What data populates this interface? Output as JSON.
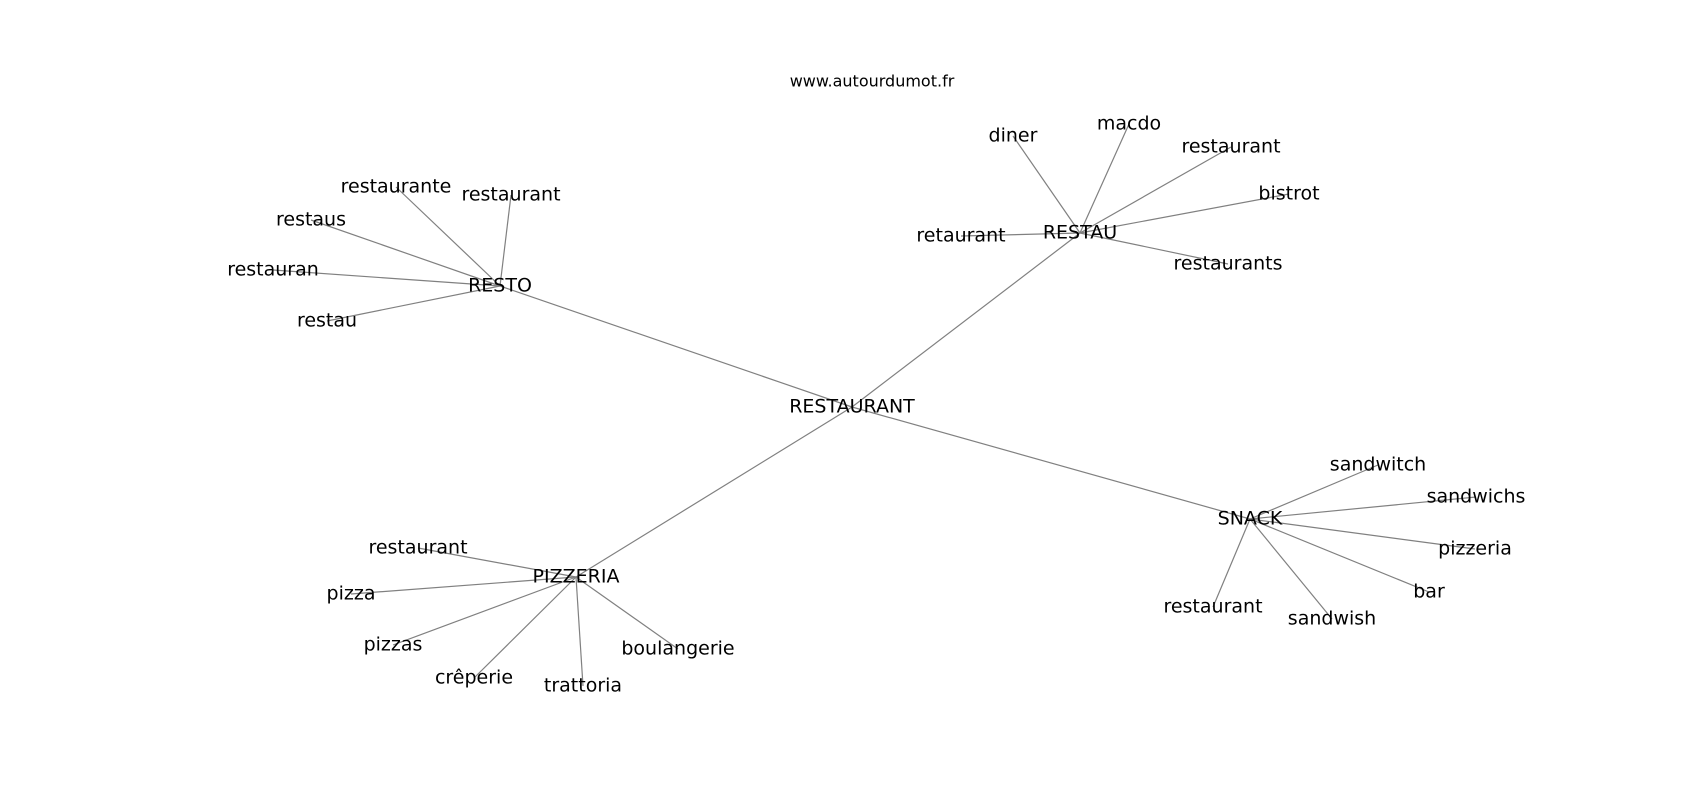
{
  "source": "www.autourdumot.fr",
  "center": {
    "label": "RESTAURANT"
  },
  "clusters": [
    {
      "id": "resto",
      "label": "RESTO",
      "words": [
        "restaurante",
        "restaurant",
        "restaus",
        "restauran",
        "restau"
      ]
    },
    {
      "id": "restau",
      "label": "RESTAU",
      "words": [
        "diner",
        "macdo",
        "restaurant",
        "bistrot",
        "retaurant",
        "restaurants"
      ]
    },
    {
      "id": "pizzeria",
      "label": "PIZZERIA",
      "words": [
        "restaurant",
        "pizza",
        "pizzas",
        "crêperie",
        "trattoria",
        "boulangerie"
      ]
    },
    {
      "id": "snack",
      "label": "SNACK",
      "words": [
        "sandwitch",
        "sandwichs",
        "pizzeria",
        "bar",
        "sandwish",
        "restaurant"
      ]
    }
  ],
  "colors": {
    "edge": "#808080",
    "text": "#000000",
    "background": "#ffffff"
  }
}
